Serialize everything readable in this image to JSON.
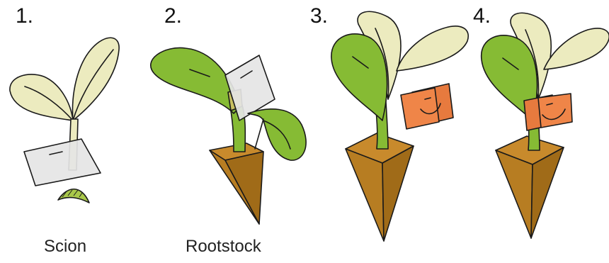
{
  "steps": [
    {
      "number": "1.",
      "caption": "Scion"
    },
    {
      "number": "2.",
      "caption": "Rootstock"
    },
    {
      "number": "3.",
      "caption": ""
    },
    {
      "number": "4.",
      "caption": ""
    }
  ],
  "colors": {
    "scion_leaf": "#ecebbf",
    "rootstock_leaf": "#86bb34",
    "soil_block": "#b77d22",
    "clip": "#e77a3e",
    "blade": "#e5e5e5"
  }
}
